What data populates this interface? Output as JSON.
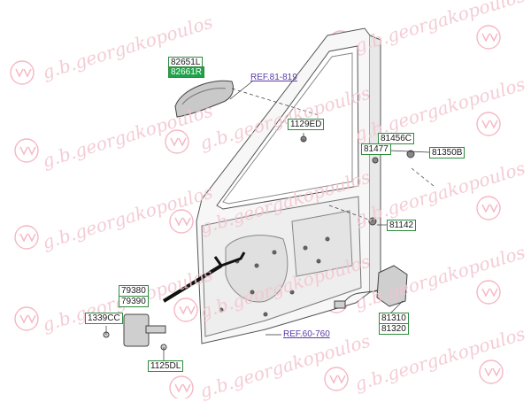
{
  "watermark": {
    "text": "g.b.georgakopoulos",
    "color": "#f3c4cf"
  },
  "logo": {
    "name": "gb-logo-icon",
    "color": "#f08a9c"
  },
  "accent": {
    "label_border": "#2e8b3d",
    "highlight": "#1fa34a",
    "ref_color": "#5a3aa8"
  },
  "labels": {
    "p82651L": "82651L",
    "p82661R": "82661R",
    "ref81819": "REF.81-819",
    "p1129ED": "1129ED",
    "p81456C": "81456C",
    "p81477": "81477",
    "p81350B": "81350B",
    "p81142": "81142",
    "p79380": "79380",
    "p79390": "79390",
    "p1339CC": "1339CC",
    "p1125DL": "1125DL",
    "ref60760": "REF.60-760",
    "p81310": "81310",
    "p81320": "81320"
  }
}
